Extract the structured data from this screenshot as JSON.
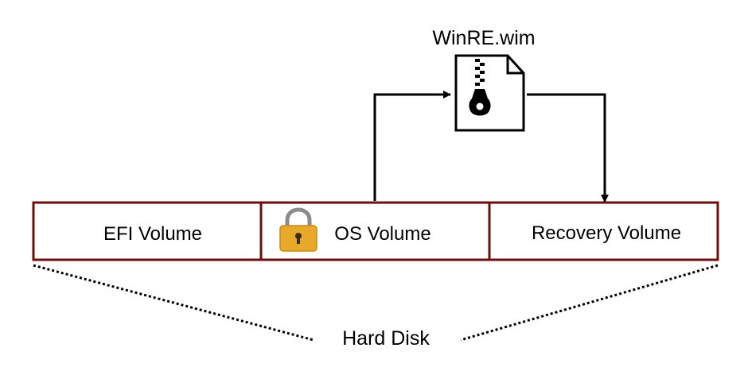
{
  "file": {
    "label": "WinRE.wim",
    "icon": "zip-archive-icon"
  },
  "disk": {
    "label": "Hard Disk",
    "border_color": "#6b1010",
    "volumes": [
      {
        "label": "EFI Volume",
        "locked": false
      },
      {
        "label": "OS Volume",
        "locked": true,
        "icon": "padlock-icon",
        "icon_color": "#e8a82a"
      },
      {
        "label": "Recovery Volume",
        "locked": false
      }
    ]
  },
  "flow": {
    "from": "OS Volume",
    "via": "WinRE.wim",
    "to": "Recovery Volume"
  }
}
